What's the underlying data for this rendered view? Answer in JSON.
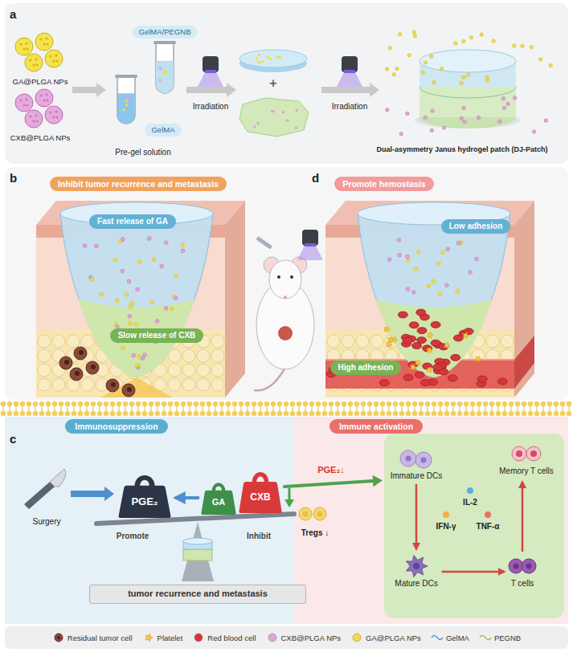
{
  "diagram": {
    "nodes": [
      {
        "text": [
          "GelMA/PEGNB"
        ]
      },
      {
        "text": [
          "GelMA"
        ]
      },
      {
        "text": [
          "Inhibit tumor recurrence and metastasis"
        ]
      },
      {
        "text": [
          "Fast release of GA"
        ]
      },
      {
        "text": [
          "Slow release of CXB"
        ]
      },
      {
        "text": [
          "Promote hemostasis"
        ]
      },
      {
        "text": [
          "Low adhesion"
        ]
      },
      {
        "text": [
          "High adhesion"
        ]
      },
      {
        "text": [
          "Immunosuppression"
        ]
      },
      {
        "text": [
          "Immune activation"
        ]
      },
      {
        "text": [
          "PGE₂"
        ]
      },
      {
        "text": [
          "GA"
        ]
      },
      {
        "text": [
          "CXB"
        ]
      },
      {
        "text": [
          "Immature DCs"
        ]
      },
      {
        "text": [
          "Memory T cells"
        ]
      },
      {
        "text": [
          "Mature DCs"
        ]
      },
      {
        "text": [
          "T cells"
        ]
      },
      {
        "text": [
          "tumor recurrence and metastasis"
        ]
      }
    ],
    "edges": [
      {
        "from": 11,
        "to": 10,
        "arrow": "to"
      },
      {
        "from": 13,
        "to": 15,
        "arrow": "to"
      },
      {
        "from": 15,
        "to": 16,
        "arrow": "to"
      },
      {
        "from": 16,
        "to": 14,
        "arrow": "to"
      }
    ],
    "labels": [
      "a",
      "GA@PLGA NPs",
      "CXB@PLGA NPs",
      "Pre-gel solution",
      "Irradiation",
      "+",
      "Irradiation",
      "Dual-asymmetry Janus hydrogel patch (DJ-Patch)",
      "b",
      "d",
      "c",
      "Surgery",
      "Promote",
      "Inhibit",
      "PGE₂↓",
      "Tregs ↓",
      "IL-2",
      "IFN-γ",
      "TNF-α"
    ],
    "legend": [
      {
        "text": "Residual tumor cell"
      },
      {
        "text": "Platelet"
      },
      {
        "text": "Red blood cell",
        "color": "#d8343a"
      },
      {
        "text": "CXB@PLGA NPs",
        "color": "#e3a3d9"
      },
      {
        "text": "GA@PLGA NPs",
        "color": "#f2dc45"
      },
      {
        "text": "GelMA"
      },
      {
        "text": "PEGNB"
      }
    ]
  }
}
